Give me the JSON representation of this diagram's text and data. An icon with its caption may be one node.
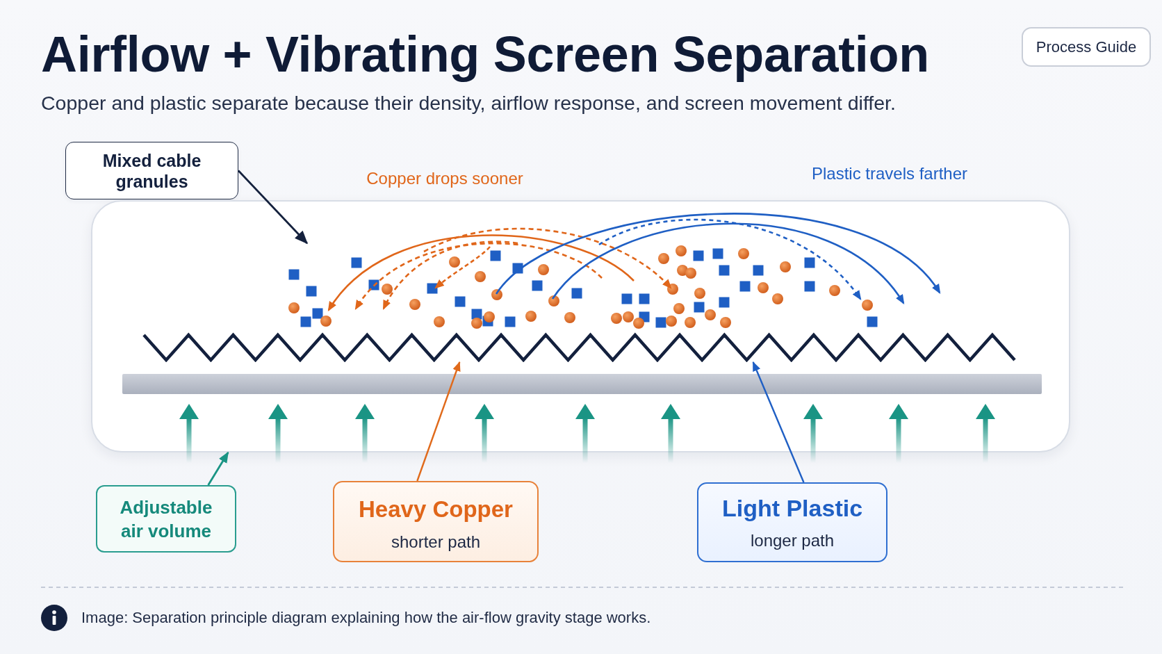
{
  "diagram": {
    "title": "Airflow + Vibrating Screen Separation",
    "caption": "Image: Separation principle diagram explaining how the air-flow gravity stage works.",
    "nodes": [
      {
        "text": [
          "Process Guide"
        ]
      },
      {
        "text": [
          "Mixed cable granules"
        ]
      },
      {
        "text": [],
        "shape": "box"
      },
      {
        "text": [],
        "shape": "picture",
        "in": 2
      },
      {
        "text": [],
        "shape": "zigzag",
        "in": 2
      },
      {
        "text": [],
        "shape": "bar",
        "in": 2
      },
      {
        "text": [
          "Adjustable air volume"
        ]
      },
      {
        "text": [
          "Heavy Copper",
          "shorter path"
        ]
      },
      {
        "text": [
          "Light Plastic",
          "longer path"
        ]
      }
    ],
    "edges": [
      {
        "from": 1,
        "to": 3,
        "arrow": "to",
        "color": "#14213d"
      },
      {
        "from": 6,
        "to": 2,
        "arrow": "to",
        "color": "#1a9484"
      },
      {
        "from": 7,
        "to": 4,
        "arrow": "to",
        "color": "#e06a1b"
      },
      {
        "from": 8,
        "to": 4,
        "arrow": "to",
        "color": "#1f5fc4"
      }
    ],
    "labels": [
      "Copper and plastic separate because their density, airflow response, and screen movement differ.",
      "Copper drops sooner",
      "Plastic travels farther"
    ]
  }
}
